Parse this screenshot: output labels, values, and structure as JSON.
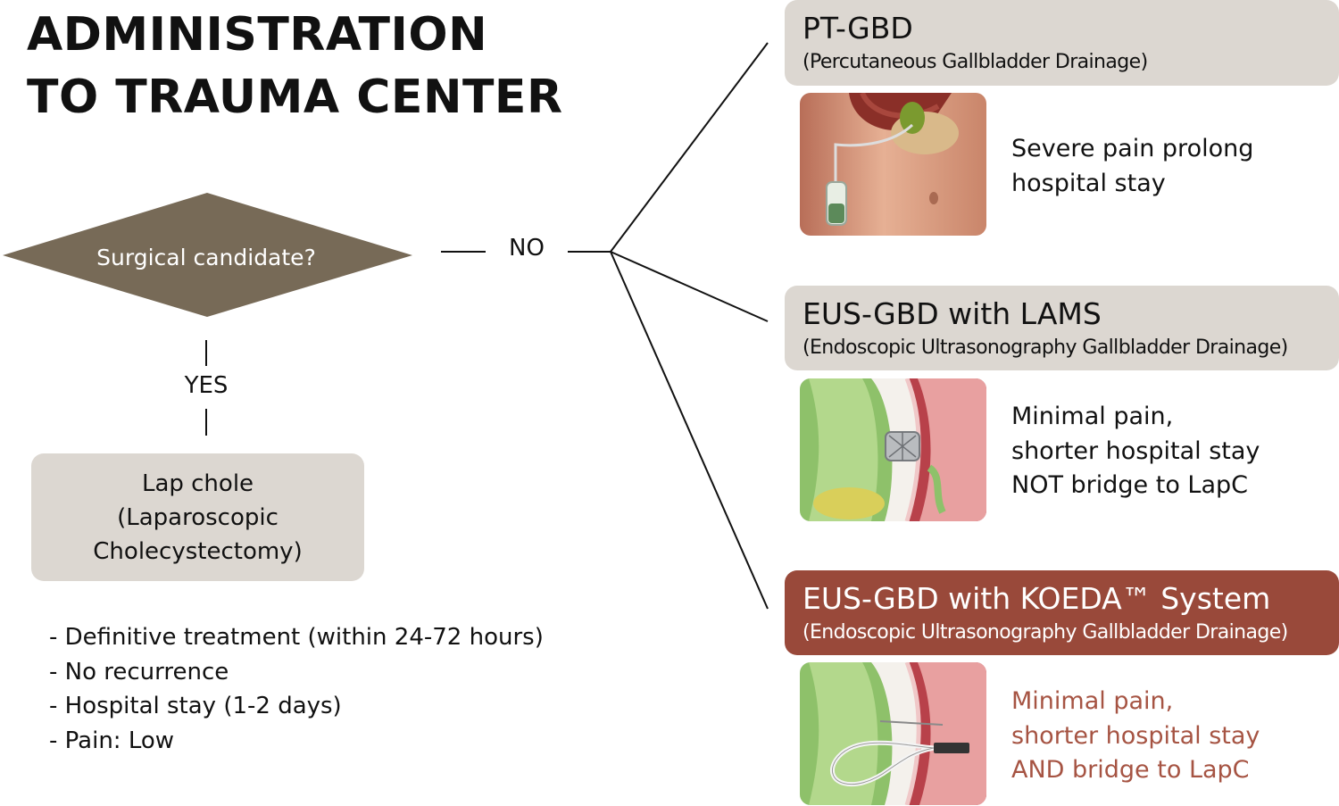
{
  "title": {
    "line1": "ADMINISTRATION",
    "line2": "TO TRAUMA CENTER"
  },
  "decision": {
    "question": "Surgical candidate?",
    "no_label": "NO",
    "yes_label": "YES",
    "colors": {
      "diamond": "#776a57",
      "line": "#111111"
    }
  },
  "surgery": {
    "lines": [
      "Lap chole",
      "(Laparoscopic",
      "Cholecystectomy)"
    ],
    "outcomes": [
      "- Definitive treatment (within 24-72 hours)",
      "- No recurrence",
      "- Hospital stay (1-2 days)",
      "- Pain: Low"
    ]
  },
  "options": [
    {
      "name": "PT-GBD",
      "full_name": "(Percutaneous Gallbladder Drainage)",
      "outcome_lines": [
        "Severe pain prolong",
        "hospital stay"
      ],
      "image_icon": "percutaneous-drain-illustration"
    },
    {
      "name": "EUS-GBD with LAMS",
      "full_name": "(Endoscopic Ultrasonography Gallbladder Drainage)",
      "outcome_lines": [
        "Minimal pain,",
        "shorter hospital stay",
        "NOT bridge to LapC"
      ],
      "image_icon": "lams-stent-illustration"
    },
    {
      "name": "EUS-GBD with KOEDA™ System",
      "full_name": "(Endoscopic Ultrasonography Gallbladder Drainage)",
      "outcome_lines": [
        "Minimal pain,",
        "shorter hospital stay",
        "AND bridge to LapC"
      ],
      "image_icon": "koeda-catheter-illustration",
      "accent_color": "#99493a"
    }
  ]
}
